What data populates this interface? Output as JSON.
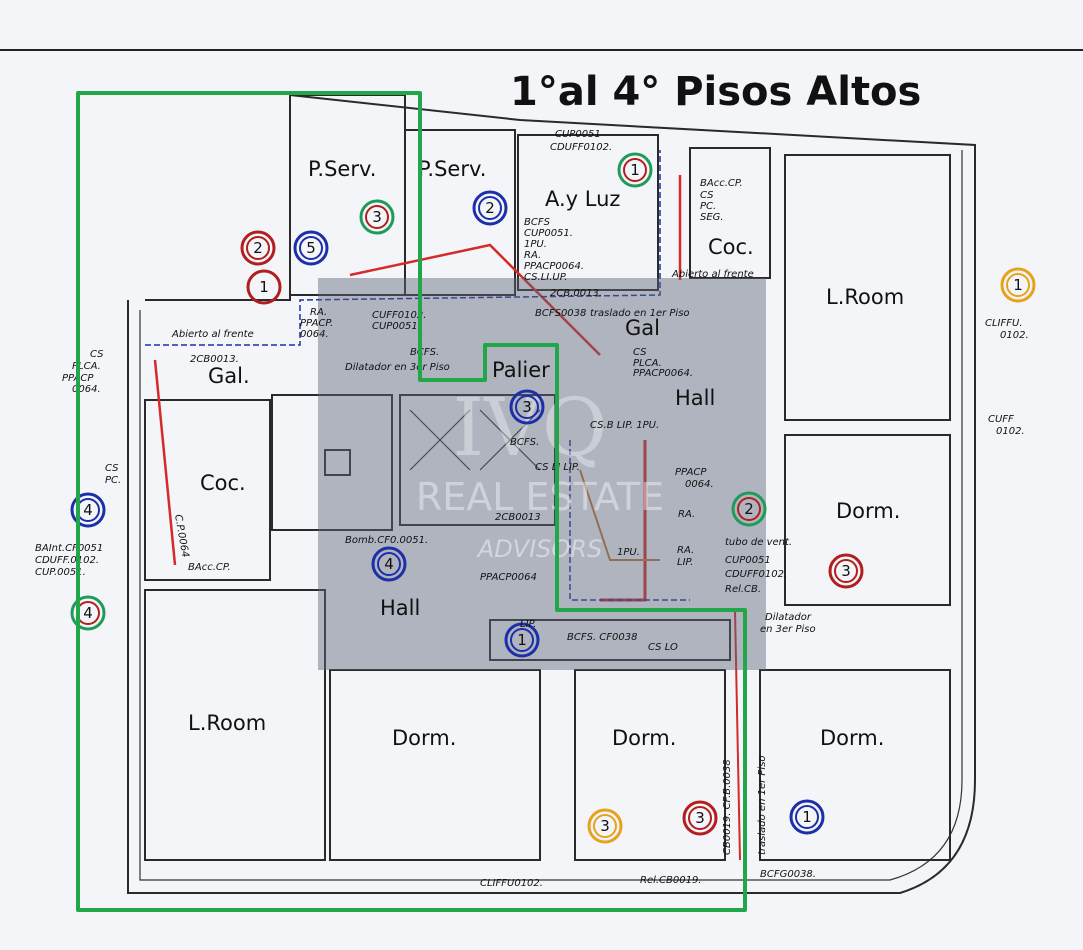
{
  "title": "1°al 4° Pisos Altos",
  "rooms": [
    "P.Serv.",
    "P.Serv.",
    "A.y Luz",
    "Coc.",
    "L.Room",
    "Gal.",
    "Gal",
    "Palier",
    "Hall",
    "Coc.",
    "Hall",
    "Dorm.",
    "L.Room",
    "Dorm.",
    "Dorm.",
    "Dorm."
  ],
  "circles": [
    {
      "n": "1",
      "outer": "#b21e1e",
      "inner": null
    },
    {
      "n": "2",
      "outer": "#b21e1e",
      "inner": "#b21e1e"
    },
    {
      "n": "5",
      "outer": "#1c2ea8",
      "inner": "#1c2ea8"
    },
    {
      "n": "3",
      "outer": "#1e9b5a",
      "inner": "#b21e1e"
    },
    {
      "n": "2",
      "outer": "#1c2ea8",
      "inner": "#1c2ea8"
    },
    {
      "n": "1",
      "outer": "#1e9b5a",
      "inner": "#b21e1e"
    },
    {
      "n": "1",
      "outer": "#e8a21a",
      "inner": "#e8a21a"
    },
    {
      "n": "3",
      "outer": "#1c2ea8",
      "inner": "#1c2ea8"
    },
    {
      "n": "2",
      "outer": "#1e9b5a",
      "inner": "#b21e1e"
    },
    {
      "n": "3",
      "outer": "#b21e1e",
      "inner": "#b21e1e"
    },
    {
      "n": "4",
      "outer": "#1c2ea8",
      "inner": "#1c2ea8"
    },
    {
      "n": "4",
      "outer": "#1c2ea8",
      "inner": "#1c2ea8"
    },
    {
      "n": "4",
      "outer": "#1e9b5a",
      "inner": "#b21e1e"
    },
    {
      "n": "1",
      "outer": "#1c2ea8",
      "inner": "#1c2ea8"
    },
    {
      "n": "3",
      "outer": "#e8a21a",
      "inner": "#e8a21a"
    },
    {
      "n": "3",
      "outer": "#b21e1e",
      "inner": "#b21e1e"
    },
    {
      "n": "1",
      "outer": "#1c2ea8",
      "inner": "#1c2ea8"
    }
  ],
  "notes": [
    "CUP0051",
    "CDUFF0102.",
    "BAcc.CP.",
    "CS",
    "PC.",
    "SEG.",
    "Abierto al frente",
    "BCFS",
    "CUP0051.",
    "1PU.",
    "RA.",
    "PPACP0064.",
    "CS.LI.UP.",
    "2CB.0013.",
    "BCFS0038",
    "traslado en 1er Piso",
    "CS",
    "PLCA.",
    "PPACP0064.",
    "CLIFFU.",
    "0102.",
    "CUFF",
    "0102.",
    "Abierto al frente",
    "2CB0013.",
    "CUFF0102.",
    "CUP0051.",
    "Dilatador en 3er Piso",
    "BCFS.",
    "RA.",
    "PPACP.",
    "0064.",
    "CS",
    "PLCA.",
    "PPACP",
    "0064.",
    "CS",
    "PC.",
    "C.P.0064",
    "BAcc.CP.",
    "BAInt.CF0051",
    "CDUFF.0102.",
    "CUP.0051.",
    "Bomb.CF0.0051.",
    "2CB0013",
    "BCFS.",
    "CS LI LIP.",
    "CS.B LIP. 1PU.",
    "PPACP",
    "0064.",
    "RA.",
    "1PU.",
    "RA.",
    "LIP.",
    "PPACP0064",
    "LIP.",
    "BCFS. CF0038",
    "CS LO",
    "tubo de vent.",
    "CUP0051",
    "CDUFF0102.",
    "Rel.CB.",
    "Dilatador",
    "en 3er Piso",
    "CB0019. CF.B.0038",
    "traslado en 1er Piso",
    "CLIFFU0102.",
    "Rel.CB0019.",
    "BCFG0038."
  ],
  "watermark": {
    "logo": "IVQ",
    "line1": "REAL ESTATE",
    "line2": "ADVISORS"
  },
  "colors": {
    "outline": "#22a64a",
    "overlay": "#5f6778",
    "pipe_red": "#d42a2a",
    "pipe_blue": "#1c2ea8"
  }
}
